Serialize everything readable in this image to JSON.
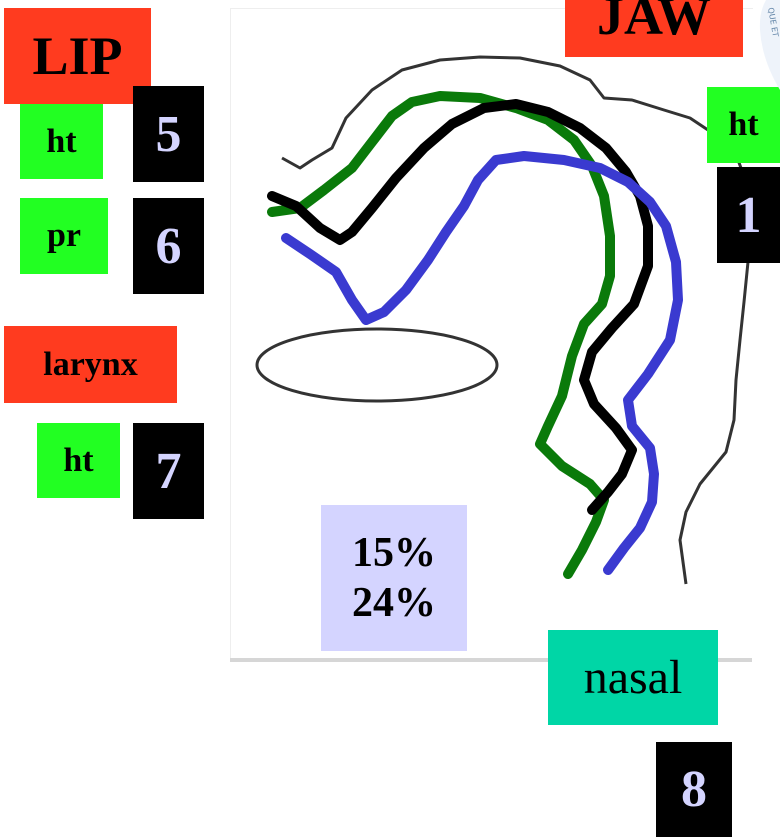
{
  "labels": {
    "lip": "LIP",
    "lip_ht": "ht",
    "lip_ht_num": "5",
    "lip_pr": "pr",
    "lip_pr_num": "6",
    "larynx": "larynx",
    "larynx_ht": "ht",
    "larynx_ht_num": "7",
    "jaw": "JAW",
    "jaw_ht": "ht",
    "jaw_ht_num": "1",
    "nasal": "nasal",
    "nasal_num": "8"
  },
  "stats": {
    "line1": "15%",
    "line2": "24%"
  },
  "logo_fragment": "QUE ET",
  "colors": {
    "red_box": "#ff3b1f",
    "green_box": "#22ff22",
    "black_box": "#000000",
    "number_text": "#d4d4ff",
    "teal_box": "#00d6a6",
    "stat_box": "#d4d4ff",
    "outline": "#333333",
    "tongue_green": "#0a7a0a",
    "tongue_black": "#000000",
    "tongue_blue": "#3a3ad0"
  }
}
